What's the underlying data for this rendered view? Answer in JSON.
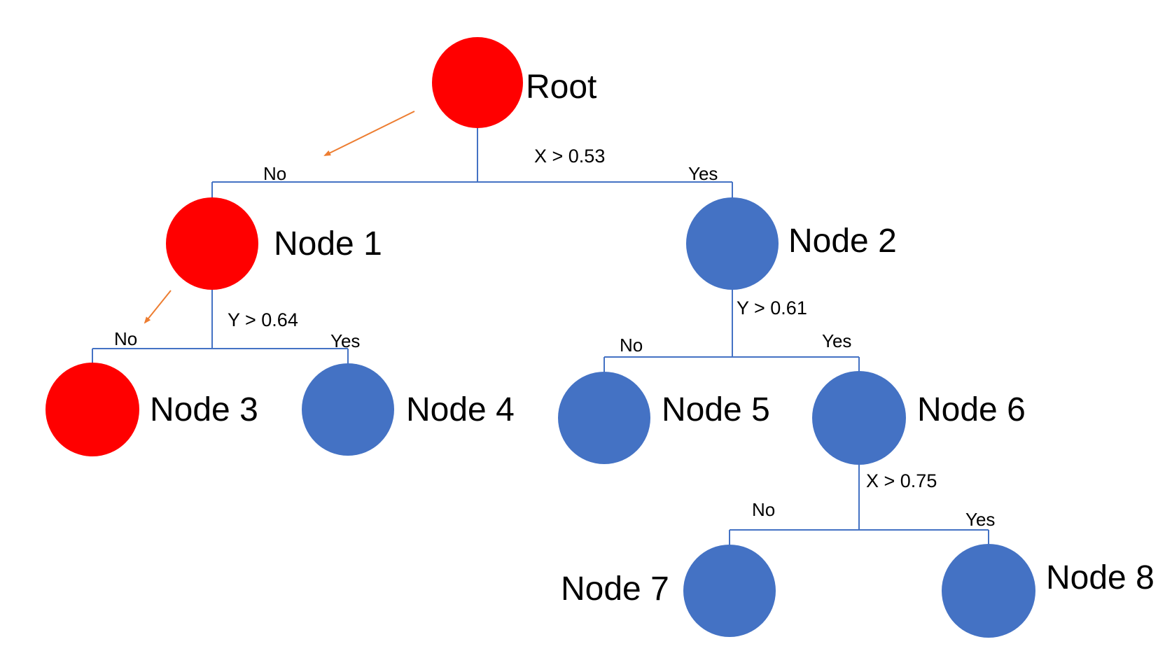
{
  "colors": {
    "path_node": "#FF0000",
    "other_node": "#4472C4",
    "edge": "#4472C4",
    "arrow": "#ED7D31"
  },
  "nodes": {
    "root": {
      "label": "Root",
      "highlighted": true
    },
    "node1": {
      "label": "Node 1",
      "highlighted": true
    },
    "node2": {
      "label": "Node 2",
      "highlighted": false
    },
    "node3": {
      "label": "Node 3",
      "highlighted": true
    },
    "node4": {
      "label": "Node 4",
      "highlighted": false
    },
    "node5": {
      "label": "Node 5",
      "highlighted": false
    },
    "node6": {
      "label": "Node 6",
      "highlighted": false
    },
    "node7": {
      "label": "Node 7",
      "highlighted": false
    },
    "node8": {
      "label": "Node 8",
      "highlighted": false
    }
  },
  "splits": {
    "root": {
      "condition": "X > 0.53",
      "no": "No",
      "yes": "Yes"
    },
    "node1": {
      "condition": "Y > 0.64",
      "no": "No",
      "yes": "Yes"
    },
    "node2": {
      "condition": "Y > 0.61",
      "no": "No",
      "yes": "Yes"
    },
    "node6": {
      "condition": "X > 0.75",
      "no": "No",
      "yes": "Yes"
    }
  }
}
